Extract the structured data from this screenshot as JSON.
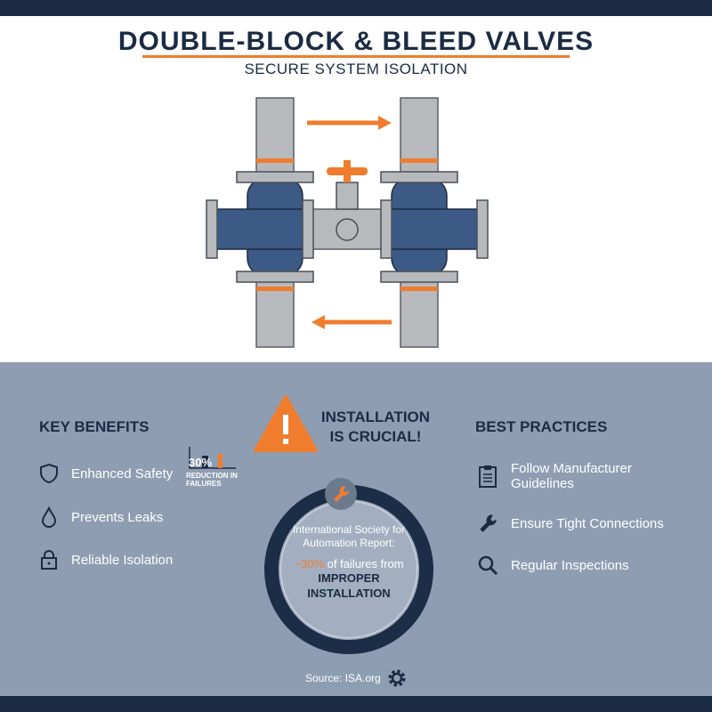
{
  "header": {
    "title": "DOUBLE-BLOCK & BLEED VALVES",
    "subtitle": "SECURE SYSTEM ISOLATION"
  },
  "colors": {
    "navy": "#1b2b44",
    "orange": "#f07d2e",
    "panel": "#8e9db2",
    "pipe_blue": "#3c5a85",
    "pipe_gray": "#b7b9bd"
  },
  "benefits": {
    "heading": "KEY BENEFITS",
    "items": [
      {
        "icon": "shield-icon",
        "label": "Enhanced Safety"
      },
      {
        "icon": "drop-icon",
        "label": "Prevents Leaks"
      },
      {
        "icon": "lock-icon",
        "label": "Reliable Isolation"
      }
    ],
    "mini_chart": {
      "value": "30%",
      "label": "REDUCTION IN FAILURES"
    }
  },
  "center": {
    "heading_line1": "INSTALLATION",
    "heading_line2": "IS CRUCIAL!",
    "report": "International Society for Automation Report:",
    "stat_value": "~30%",
    "stat_text": " of failures from",
    "emphasis_line1": "IMPROPER",
    "emphasis_line2": "INSTALLATION",
    "source": "Source: ISA.org"
  },
  "practices": {
    "heading": "BEST PRACTICES",
    "items": [
      {
        "icon": "clipboard-icon",
        "label": "Follow Manufacturer Guidelines"
      },
      {
        "icon": "wrench-icon",
        "label": "Ensure Tight Connections"
      },
      {
        "icon": "magnifier-icon",
        "label": "Regular Inspections"
      }
    ]
  }
}
